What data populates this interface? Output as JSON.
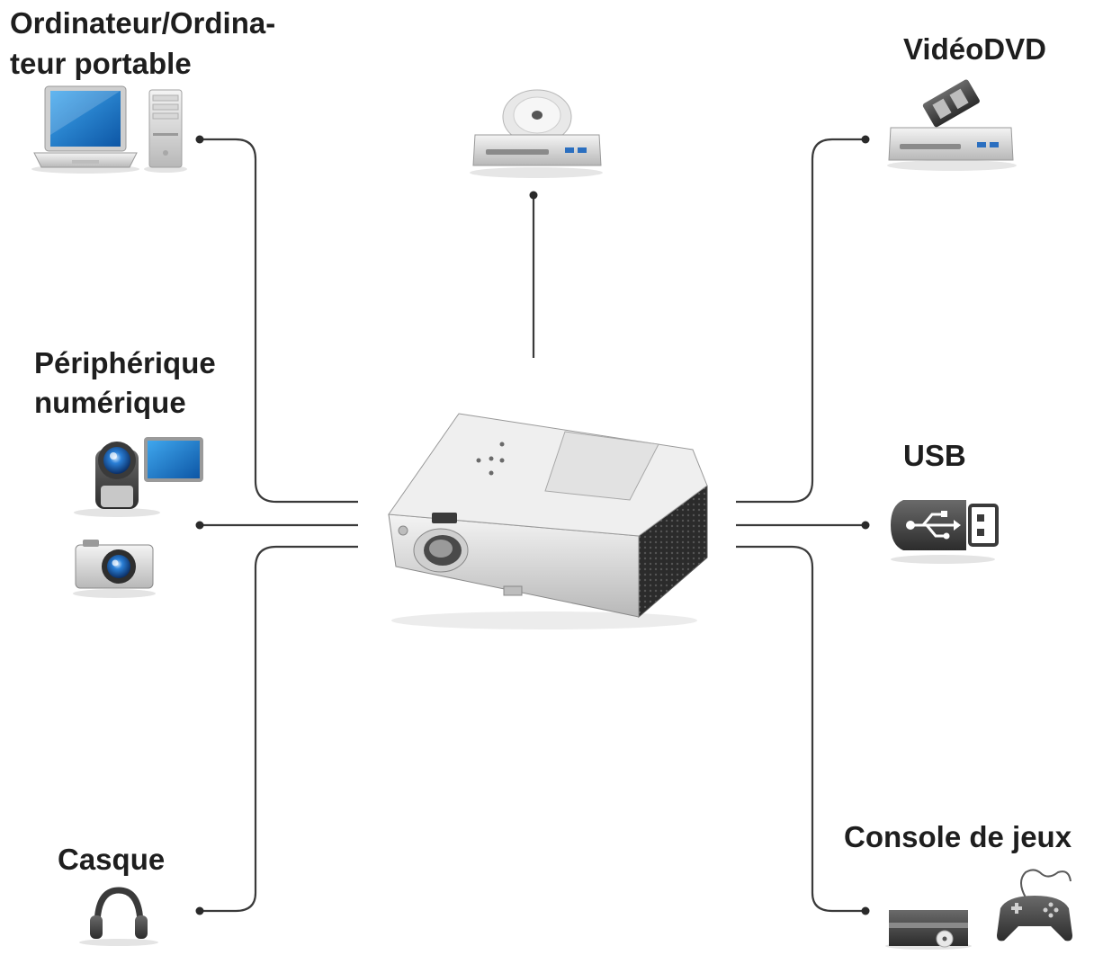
{
  "labels": {
    "computer_line1": "Ordinateur/Ordina-",
    "computer_line2": "teur portable",
    "digital_line1": "Périphérique",
    "digital_line2": "numérique",
    "headset": "Casque",
    "video_dvd": "VidéoDVD",
    "usb": "USB",
    "game_console": "Console de jeux"
  },
  "icons": {
    "computer": [
      "laptop-icon",
      "desktop-tower-icon"
    ],
    "media_player": "disc-player-icon",
    "video_dvd": "dvd-player-icon",
    "digital": [
      "camcorder-icon",
      "camera-icon"
    ],
    "usb": "usb-drive-icon",
    "headset": "headphones-icon",
    "game_console": [
      "game-console-icon",
      "gamepad-icon"
    ],
    "center": "projector-icon"
  },
  "colors": {
    "screen_blue": "#1f78c8",
    "device_gray": "#8a8a8a",
    "wire": "#3a3a3a",
    "text": "#1e1e1e"
  }
}
